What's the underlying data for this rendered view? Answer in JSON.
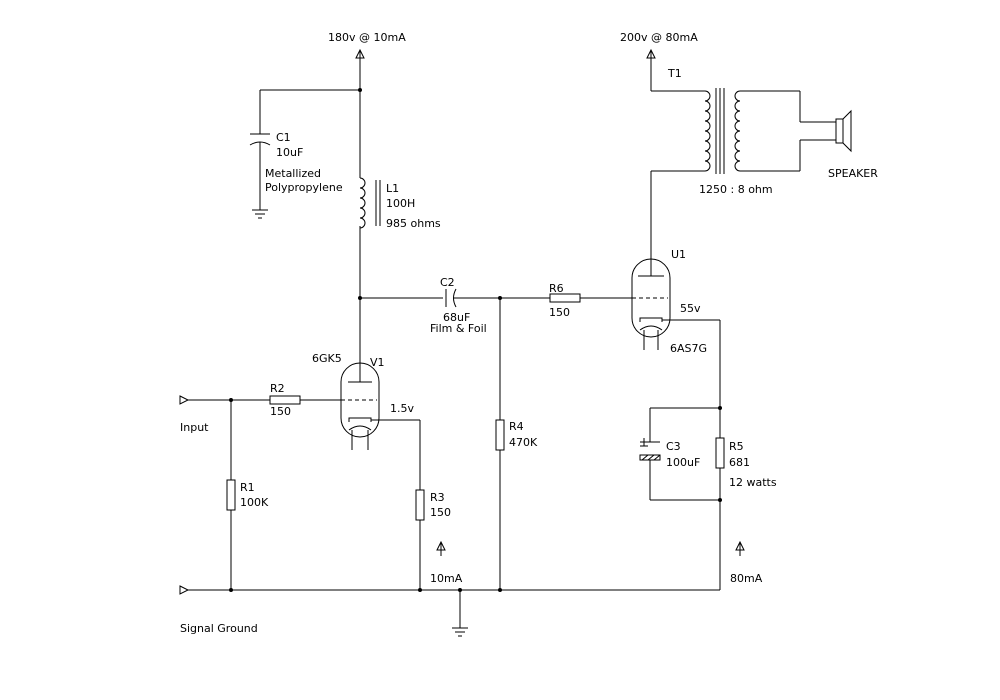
{
  "supply": {
    "left": "180v @ 10mA",
    "right": "200v @ 80mA"
  },
  "components": {
    "c1": {
      "ref": "C1",
      "value": "10uF",
      "note1": "Metallized",
      "note2": "Polypropylene"
    },
    "l1": {
      "ref": "L1",
      "value": "100H",
      "note": "985 ohms"
    },
    "c2": {
      "ref": "C2",
      "value": "68uF",
      "note": "Film & Foil"
    },
    "r6": {
      "ref": "R6",
      "value": "150"
    },
    "t1": {
      "ref": "T1",
      "ratio": "1250 : 8 ohm"
    },
    "speaker": {
      "label": "SPEAKER"
    },
    "u1": {
      "ref": "U1",
      "type": "6AS7G",
      "voltage": "55v"
    },
    "v1": {
      "ref": "V1",
      "type": "6GK5",
      "voltage": "1.5v"
    },
    "r2": {
      "ref": "R2",
      "value": "150"
    },
    "r1": {
      "ref": "R1",
      "value": "100K"
    },
    "r3": {
      "ref": "R3",
      "value": "150"
    },
    "r4": {
      "ref": "R4",
      "value": "470K"
    },
    "c3": {
      "ref": "C3",
      "value": "100uF"
    },
    "r5": {
      "ref": "R5",
      "value": "681",
      "note": "12 watts"
    }
  },
  "ports": {
    "input": "Input",
    "ground": "Signal Ground"
  },
  "currents": {
    "left": "10mA",
    "right": "80mA"
  }
}
